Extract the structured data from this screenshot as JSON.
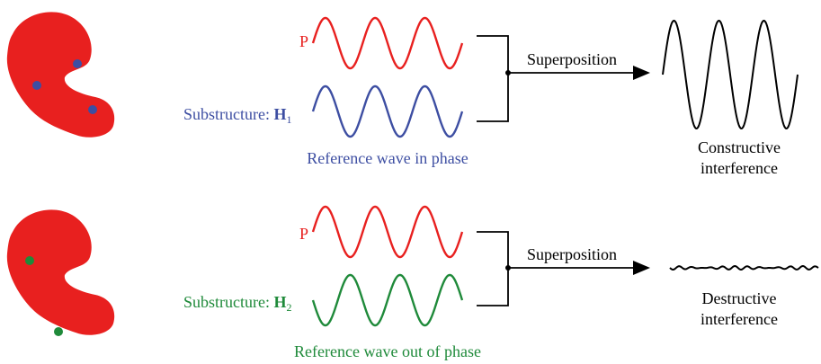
{
  "colors": {
    "protein": "#e8201f",
    "p_wave": "#e8201f",
    "h1": "#3d4ea2",
    "h2": "#1f8a3a",
    "line": "#000000",
    "dot_blue": "#3d4ea2",
    "dot_green": "#1f8a3a"
  },
  "row1": {
    "p_label": "P",
    "sub_label": "Substructure: ",
    "sub_symbol": "H",
    "sub_index": "1",
    "reference_caption": "Reference wave in phase",
    "arrow_label": "Superposition",
    "result_line1": "Constructive",
    "result_line2": "interference",
    "icon": "protein-blob-with-blue-sites"
  },
  "row2": {
    "p_label": "P",
    "sub_label": "Substructure: ",
    "sub_symbol": "H",
    "sub_index": "2",
    "reference_caption": "Reference wave out of phase",
    "arrow_label": "Superposition",
    "result_line1": "Destructive",
    "result_line2": "interference",
    "icon": "protein-blob-with-green-sites"
  }
}
